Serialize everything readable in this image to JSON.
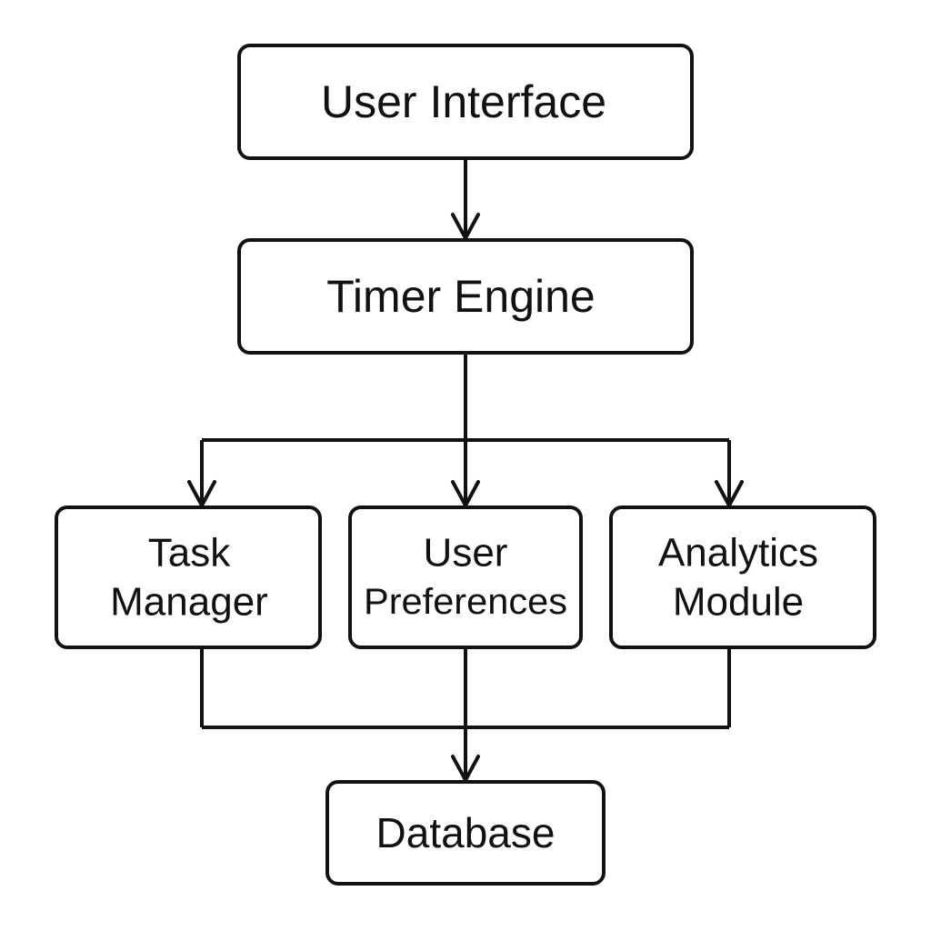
{
  "nodes": {
    "user_interface": {
      "line1": "User Interface"
    },
    "timer_engine": {
      "line1": "Timer Engine"
    },
    "task_manager": {
      "line1": "Task",
      "line2": "Manager"
    },
    "user_preferences": {
      "line1": "User",
      "line2": "Preferences"
    },
    "analytics_module": {
      "line1": "Analytics",
      "line2": "Module"
    },
    "database": {
      "line1": "Database"
    }
  },
  "edges": [
    {
      "from": "user_interface",
      "to": "timer_engine"
    },
    {
      "from": "timer_engine",
      "to": "task_manager"
    },
    {
      "from": "timer_engine",
      "to": "user_preferences"
    },
    {
      "from": "timer_engine",
      "to": "analytics_module"
    },
    {
      "from": "task_manager",
      "to": "database"
    },
    {
      "from": "user_preferences",
      "to": "database"
    },
    {
      "from": "analytics_module",
      "to": "database"
    }
  ],
  "colors": {
    "stroke": "#111111",
    "background": "#ffffff"
  }
}
